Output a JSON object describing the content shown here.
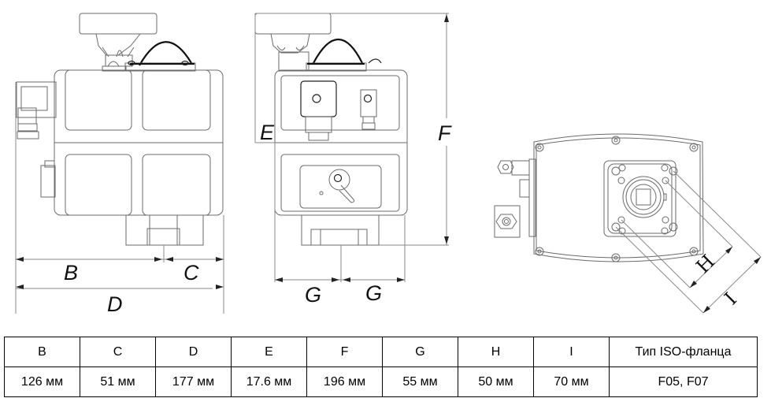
{
  "drawing": {
    "side_view": {
      "dimension_labels": {
        "B": "B",
        "C": "C",
        "D": "D"
      }
    },
    "front_view": {
      "dimension_labels": {
        "E": "E",
        "F": "F",
        "G_left": "G",
        "G_right": "G"
      }
    },
    "bottom_view": {
      "dimension_labels": {
        "H": "H",
        "I": "I"
      }
    }
  },
  "table": {
    "headers": [
      "B",
      "C",
      "D",
      "E",
      "F",
      "G",
      "H",
      "I",
      "Тип ISO-фланца"
    ],
    "values": [
      "126 мм",
      "51 мм",
      "177 мм",
      "17.6 мм",
      "196 мм",
      "55 мм",
      "50 мм",
      "70 мм",
      "F05, F07"
    ]
  }
}
